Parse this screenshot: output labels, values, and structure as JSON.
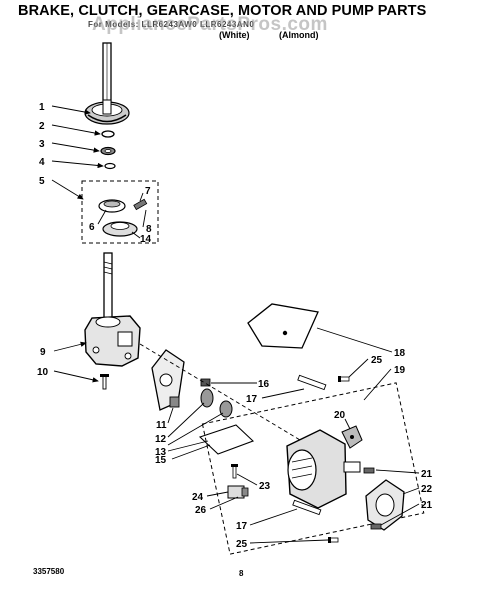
{
  "header": {
    "title": "BRAKE, CLUTCH, GEARCASE, MOTOR AND PUMP PARTS",
    "subtitle": "For Models: LLR6243AW0 LLR6243AN0",
    "variant_white": "(White)",
    "variant_almond": "(Almond)"
  },
  "watermark": "AppliancePartsPros.com",
  "footer": {
    "doc_number": "3357580",
    "page_number": "8"
  },
  "callouts": [
    "1",
    "2",
    "3",
    "4",
    "5",
    "6",
    "7",
    "8",
    "14",
    "9",
    "10",
    "11",
    "12",
    "13",
    "15",
    "16",
    "17",
    "18",
    "19",
    "20",
    "21",
    "22",
    "21",
    "23",
    "24",
    "25",
    "26",
    "25",
    "17"
  ],
  "colors": {
    "ink": "#000000",
    "watermark": "#9a9a9a",
    "paper": "#ffffff"
  }
}
